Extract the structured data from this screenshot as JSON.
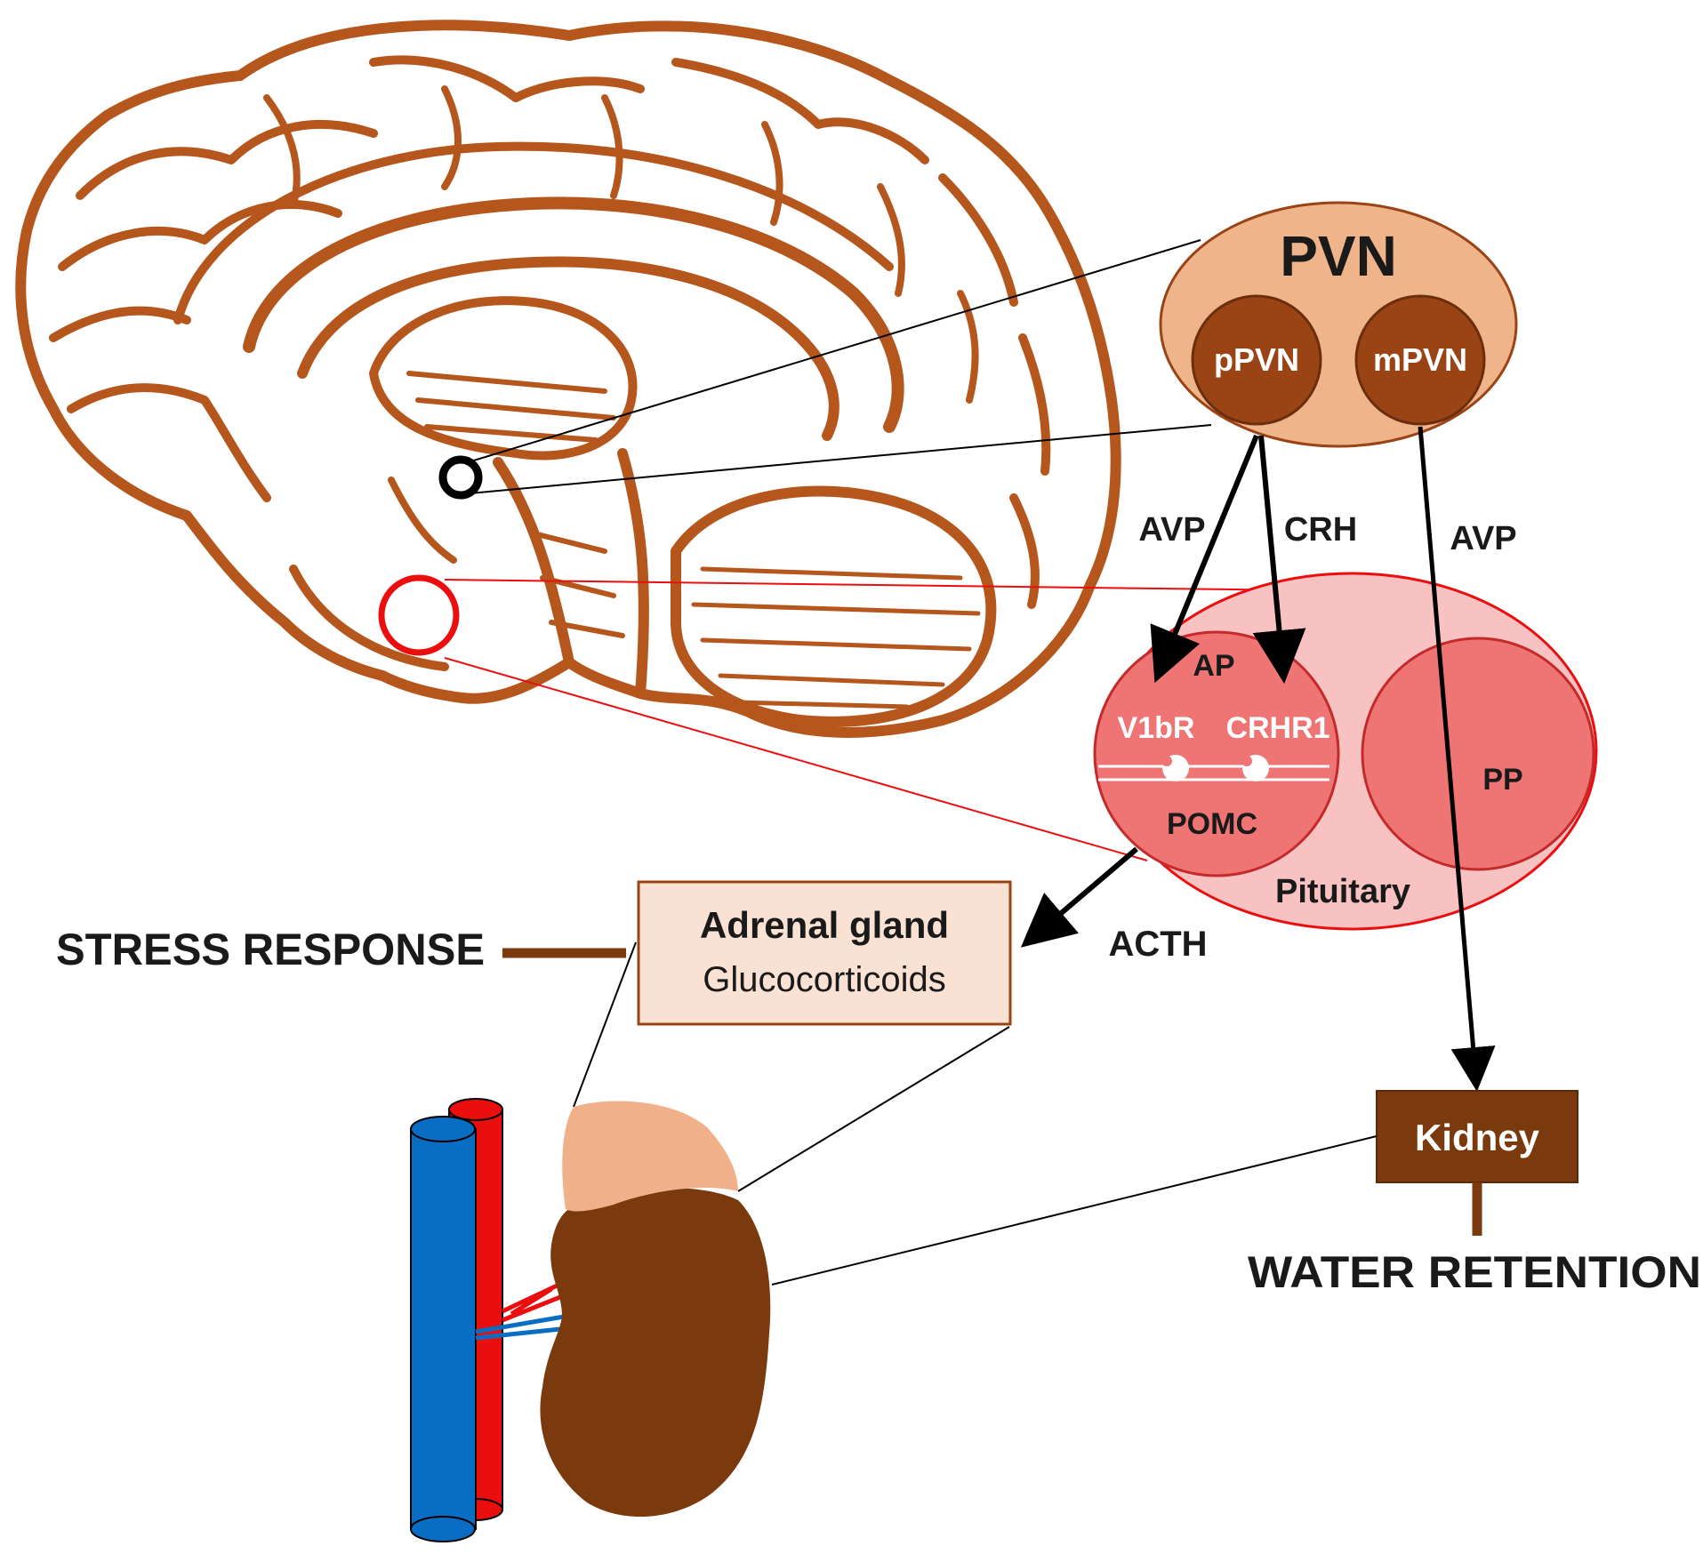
{
  "colors": {
    "brain": "#b5561d",
    "pvn_outer": "#efb48a",
    "pvn_inner": "#9a4416",
    "pituitary_outer": "#f9c2c2",
    "pituitary_inner": "#ef7575",
    "kidney": "#7a3a0e",
    "adrenal": "#f0b08a",
    "vein": "#0a6dc4",
    "artery": "#ea0e0e",
    "box_fill": "#f9e1d3",
    "box_border": "#9a4416"
  },
  "labels": {
    "pvn": "PVN",
    "ppvn": "pPVN",
    "mpvn": "mPVN",
    "avp_left": "AVP",
    "crh": "CRH",
    "avp_right": "AVP",
    "ap": "AP",
    "v1br": "V1bR",
    "crhr1": "CRHR1",
    "pomc": "POMC",
    "pp": "PP",
    "pituitary": "Pituitary",
    "acth": "ACTH",
    "adrenal_title": "Adrenal gland",
    "adrenal_sub": "Glucocorticoids",
    "stress": "STRESS RESPONSE",
    "kidney": "Kidney",
    "water": "WATER RETENTION"
  }
}
